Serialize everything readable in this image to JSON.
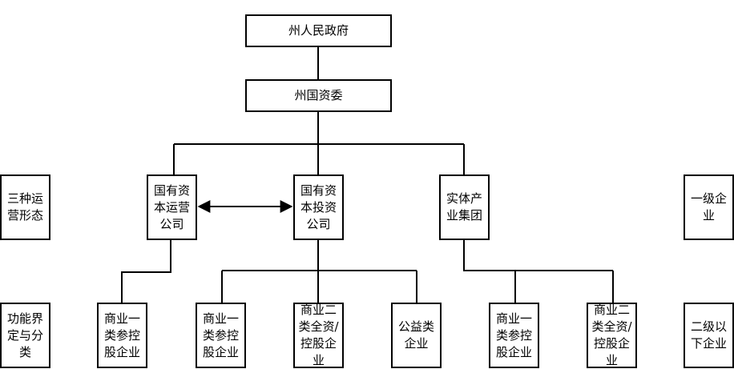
{
  "top": {
    "government": "州人民政府",
    "sasac": "州国资委"
  },
  "level1": {
    "capital_operation": "国有资本运营公司",
    "capital_investment": "国有资本投资公司",
    "industry_group": "实体产业集团"
  },
  "level2": {
    "op_commercial_1": "商业一类参控股企业",
    "inv_commercial_1": "商业一类参控股企业",
    "inv_commercial_2": "商业二类全资/控股企业",
    "inv_public_welfare": "公益类企业",
    "grp_commercial_1": "商业一类参控股企业",
    "grp_commercial_2": "商业二类全资/控股企业"
  },
  "side_labels": {
    "three_forms": "三种运营形态",
    "function_definition": "功能界定与分类",
    "first_level": "一级企业",
    "second_level": "二级以下企业"
  },
  "colors": {
    "line": "#000000",
    "box_border": "#000000",
    "background": "#ffffff"
  }
}
